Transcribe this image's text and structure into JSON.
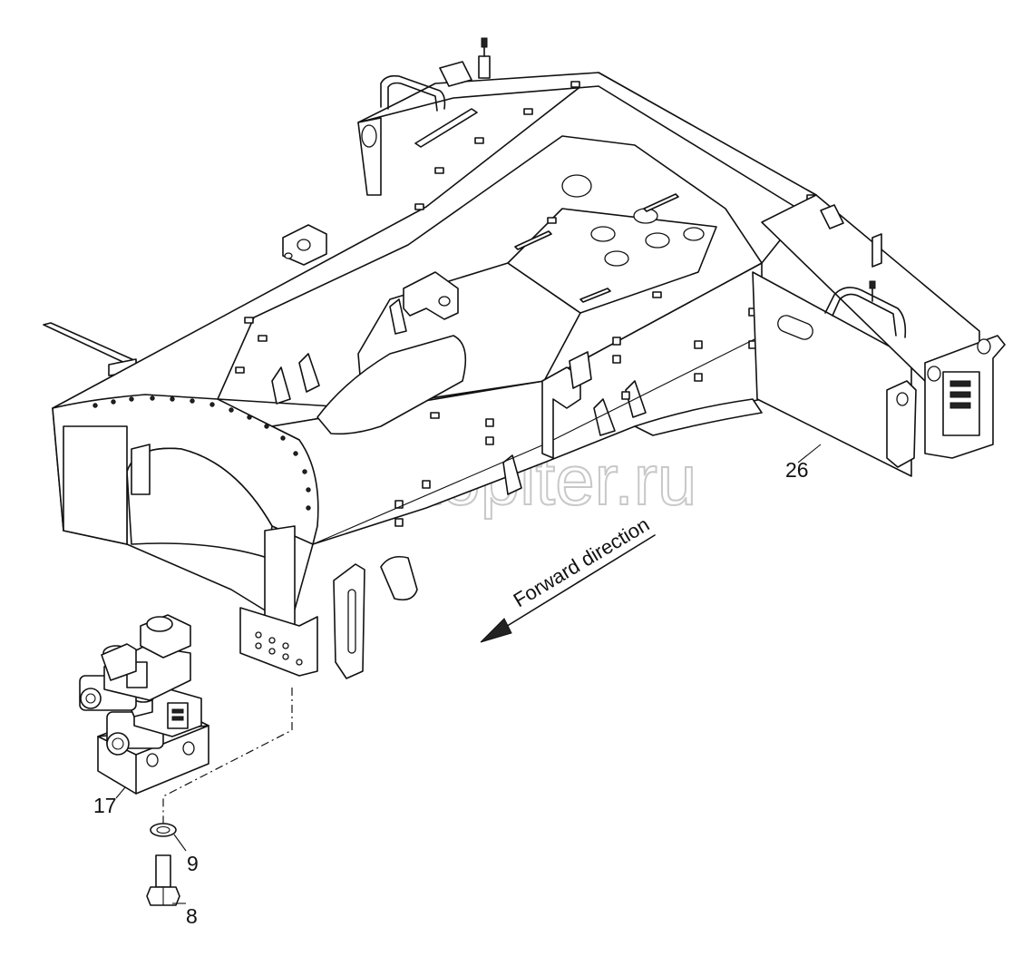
{
  "callouts": {
    "part_26": "26",
    "part_17": "17",
    "part_9": "9",
    "part_8": "8"
  },
  "direction_label": "Forward direction",
  "watermark": {
    "text": "autopiter.ru",
    "color": "#c8c8c8"
  },
  "colors": {
    "line": "#111111",
    "background": "#ffffff"
  }
}
